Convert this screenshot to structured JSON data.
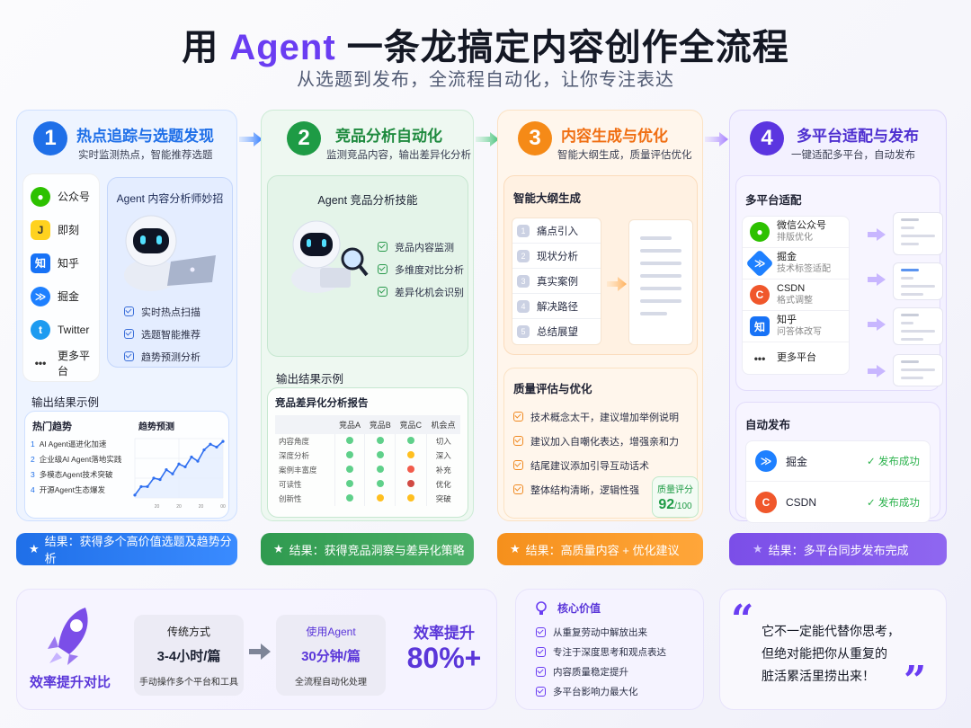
{
  "header": {
    "title_prefix": "用 ",
    "title_accent": "Agent",
    "title_suffix": " 一条龙搞定内容创作全流程",
    "subtitle": "从选题到发布，全流程自动化，让你专注表达"
  },
  "colors": {
    "step1": "#1f6fe8",
    "step2": "#1e9b45",
    "step3": "#f58a17",
    "step4": "#5b35e0",
    "accent": "#6a3df2"
  },
  "steps": [
    {
      "number": "1",
      "title": "热点追踪与选题发现",
      "subtitle": "实时监测热点，智能推荐选题",
      "platforms": [
        {
          "icon": "wechat-icon",
          "label": "公众号"
        },
        {
          "icon": "jike-icon",
          "label": "即刻"
        },
        {
          "icon": "zhihu-icon",
          "label": "知乎"
        },
        {
          "icon": "juejin-icon",
          "label": "掘金"
        },
        {
          "icon": "twitter-icon",
          "label": "Twitter"
        },
        {
          "icon": "more-icon",
          "label": "更多平台"
        }
      ],
      "skill_card": {
        "title": "Agent 内容分析师妙招",
        "items": [
          "实时热点扫描",
          "选题智能推荐",
          "趋势预测分析"
        ]
      },
      "output_label": "输出结果示例",
      "output": {
        "left_title": "热门趋势",
        "trends": [
          {
            "n": "1",
            "text": "AI Agent逼进化加速"
          },
          {
            "n": "2",
            "text": "企业级AI Agent落地实践"
          },
          {
            "n": "3",
            "text": "多模态Agent技术突破"
          },
          {
            "n": "4",
            "text": "开源Agent生态爆发"
          }
        ],
        "right_title": "趋势预测"
      },
      "result": "结果：获得多个高价值选题及趋势分析"
    },
    {
      "number": "2",
      "title": "竞品分析自动化",
      "subtitle": "监测竞品内容，输出差异化分析",
      "skill_card": {
        "title": "Agent 竞品分析技能",
        "items": [
          "竞品内容监测",
          "多维度对比分析",
          "差异化机会识别"
        ]
      },
      "output_label": "输出结果示例",
      "report": {
        "title": "竞品差异化分析报告",
        "columns": [
          "",
          "竞品A",
          "竞品B",
          "竞品C",
          "机会点"
        ],
        "rows": [
          {
            "label": "内容角度",
            "a": "green",
            "b": "green",
            "c": "green",
            "op": "切入"
          },
          {
            "label": "深度分析",
            "a": "green",
            "b": "green",
            "c": "yellow",
            "op": "深入"
          },
          {
            "label": "案例丰富度",
            "a": "green",
            "b": "green",
            "c": "red",
            "op": "补充"
          },
          {
            "label": "可读性",
            "a": "green",
            "b": "green",
            "c": "darkred",
            "op": "优化"
          },
          {
            "label": "创新性",
            "a": "green",
            "b": "yellow",
            "c": "yellow",
            "op": "突破"
          }
        ]
      },
      "result": "结果：获得竞品洞察与差异化策略"
    },
    {
      "number": "3",
      "title": "内容生成与优化",
      "subtitle": "智能大纲生成，质量评估优化",
      "outline": {
        "title": "智能大纲生成",
        "items": [
          {
            "n": "1",
            "text": "痛点引入"
          },
          {
            "n": "2",
            "text": "现状分析"
          },
          {
            "n": "3",
            "text": "真实案例"
          },
          {
            "n": "4",
            "text": "解决路径"
          },
          {
            "n": "5",
            "text": "总结展望"
          }
        ]
      },
      "quality": {
        "title": "质量评估与优化",
        "items": [
          "技术概念太干，建议增加举例说明",
          "建议加入自嘲化表达，增强亲和力",
          "结尾建议添加引导互动话术",
          "整体结构清晰，逻辑性强"
        ],
        "score_label": "质量评分",
        "score": "92",
        "score_total": "/100"
      },
      "result": "结果：高质量内容 + 优化建议"
    },
    {
      "number": "4",
      "title": "多平台适配与发布",
      "subtitle": "一键适配多平台，自动发布",
      "adapt": {
        "title": "多平台适配",
        "items": [
          {
            "icon": "wechat-icon",
            "name": "微信公众号",
            "desc": "排版优化"
          },
          {
            "icon": "juejin-icon",
            "name": "掘金",
            "desc": "技术标签适配"
          },
          {
            "icon": "csdn-icon",
            "name": "CSDN",
            "desc": "格式调整"
          },
          {
            "icon": "zhihu-icon",
            "name": "知乎",
            "desc": "问答体改写"
          },
          {
            "icon": "more-icon",
            "name": "更多平台",
            "desc": ""
          }
        ]
      },
      "publish": {
        "title": "自动发布",
        "items": [
          {
            "icon": "juejin-icon",
            "name": "掘金",
            "status": "✓ 发布成功"
          },
          {
            "icon": "csdn-icon",
            "name": "CSDN",
            "status": "✓ 发布成功"
          }
        ]
      },
      "result": "结果：多平台同步发布完成"
    }
  ],
  "efficiency": {
    "label": "效率提升对比",
    "traditional": {
      "title": "传统方式",
      "value": "3-4小时/篇",
      "desc": "手动操作多个平台和工具"
    },
    "agent": {
      "title": "使用Agent",
      "value": "30分钟/篇",
      "desc": "全流程自动化处理"
    },
    "gain_label": "效率提升",
    "gain_value": "80%+"
  },
  "core_value": {
    "title": "核心价值",
    "items": [
      "从重复劳动中解放出来",
      "专注于深度思考和观点表达",
      "内容质量稳定提升",
      "多平台影响力最大化"
    ]
  },
  "quote": {
    "lines": [
      "它不一定能代替你思考，",
      "但绝对能把你从重复的",
      "脏活累活里捞出来！"
    ]
  },
  "chart_data": {
    "type": "line",
    "title": "趋势预测",
    "x": [
      0,
      1,
      2,
      3,
      4,
      5,
      6,
      7,
      8,
      9,
      10,
      11,
      12,
      13,
      14
    ],
    "values": [
      2,
      8,
      8,
      14,
      13,
      20,
      17,
      24,
      22,
      29,
      26,
      34,
      38,
      36,
      40
    ],
    "xtick_labels": [
      "",
      "20",
      "20",
      "20",
      "00"
    ],
    "grid": true,
    "fill": "area"
  }
}
